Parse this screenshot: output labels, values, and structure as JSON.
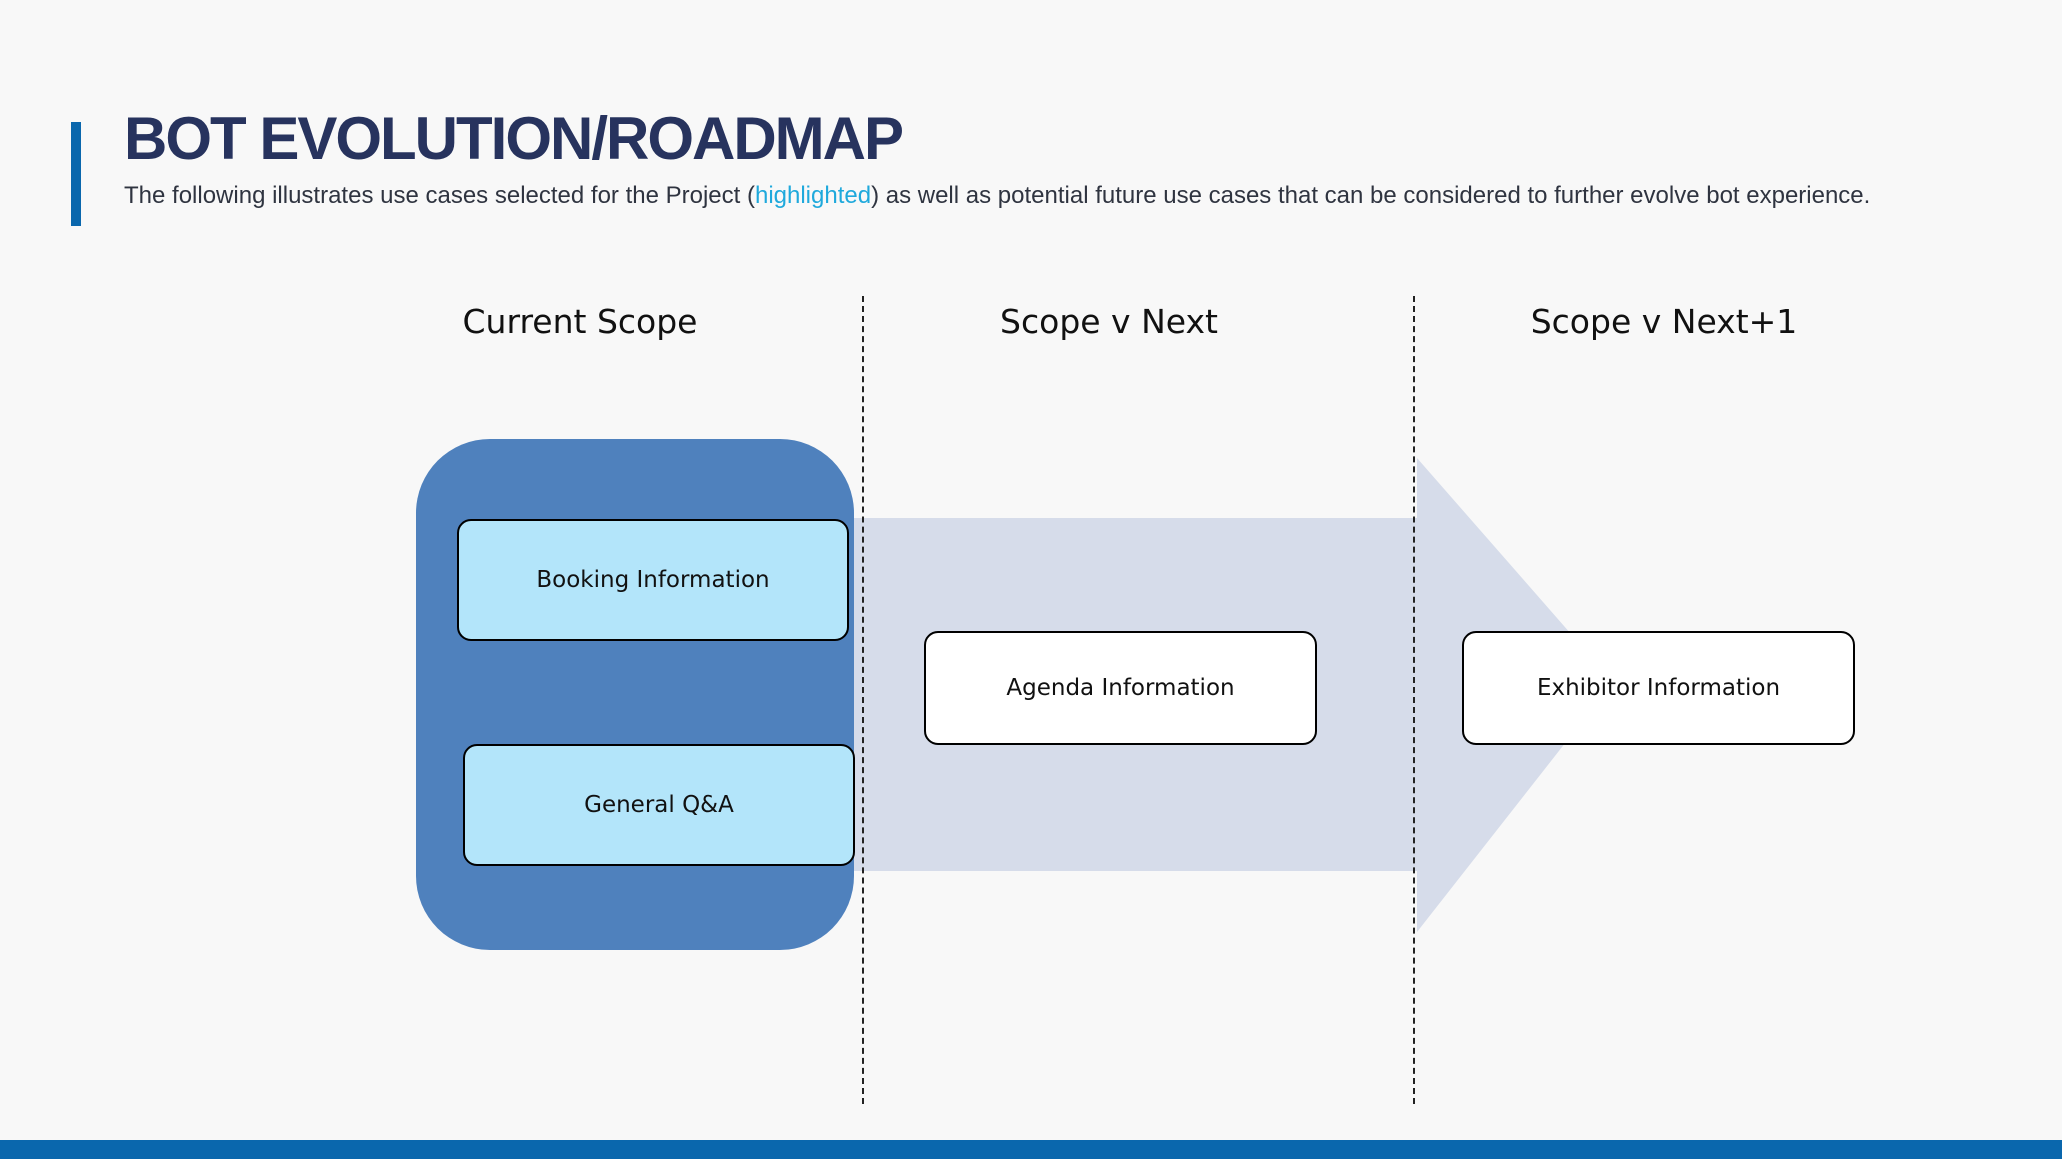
{
  "slide": {
    "title": "BOT EVOLUTION/ROADMAP",
    "subtitle_before": "The following illustrates use cases selected for the Project (",
    "subtitle_highlight": "highlighted",
    "subtitle_after": ") as well as potential future use cases that can be considered to further evolve bot experience."
  },
  "columns": [
    {
      "label": "Current Scope"
    },
    {
      "label": "Scope v Next"
    },
    {
      "label": "Scope v Next+1"
    }
  ],
  "use_cases": {
    "current": [
      {
        "label": "Booking Information"
      },
      {
        "label": "General Q&A"
      }
    ],
    "next": [
      {
        "label": "Agenda Information"
      }
    ],
    "next_plus_1": [
      {
        "label": "Exhibitor Information"
      }
    ]
  },
  "colors": {
    "accent": "#0a67ad",
    "title": "#27335e",
    "highlight": "#1fa9dc",
    "current_panel": "#4f81bd",
    "current_card": "#b3e5fa",
    "arrow": "#d6dcea"
  }
}
